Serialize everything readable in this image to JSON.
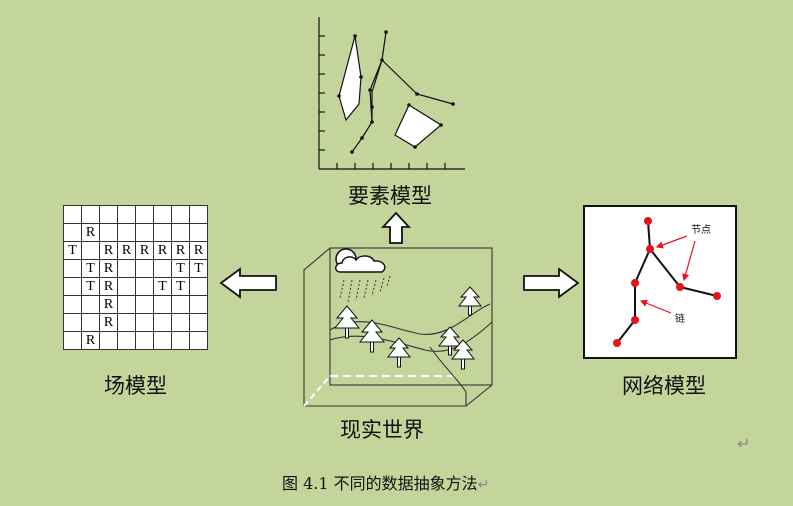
{
  "labels": {
    "feature_model": "要素模型",
    "field_model": "场模型",
    "real_world": "现实世界",
    "network_model": "网络模型",
    "node": "节点",
    "link": "链",
    "caption": "图 4.1  不同的数据抽象方法"
  },
  "marks": {
    "return_mark": "↵"
  },
  "field_grid": {
    "rows": [
      [
        "",
        "",
        "",
        "",
        "",
        "",
        "",
        ""
      ],
      [
        "",
        "R",
        "",
        "",
        "",
        "",
        "",
        ""
      ],
      [
        "T",
        "",
        "R",
        "R",
        "R",
        "R",
        "R",
        "R"
      ],
      [
        "",
        "T",
        "R",
        "",
        "",
        "",
        "T",
        "T"
      ],
      [
        "",
        "T",
        "R",
        "",
        "",
        "T",
        "T",
        ""
      ],
      [
        "",
        "",
        "R",
        "",
        "",
        "",
        "",
        ""
      ],
      [
        "",
        "",
        "R",
        "",
        "",
        "",
        "",
        ""
      ],
      [
        "",
        "R",
        "",
        "",
        "",
        "",
        "",
        ""
      ]
    ]
  },
  "colors": {
    "background": "#c3d59a",
    "node": "#e8121b",
    "annotation_arrow": "#e8121b",
    "line": "#111111"
  }
}
